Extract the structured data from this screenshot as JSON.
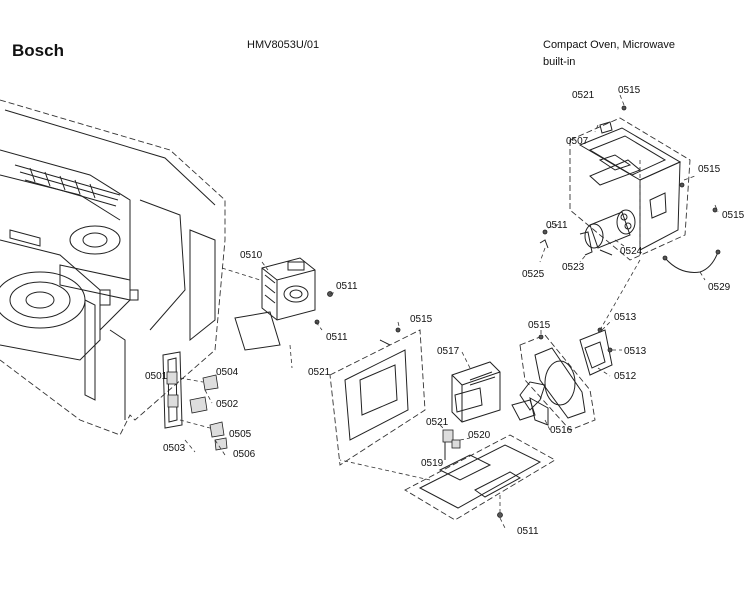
{
  "header": {
    "brand": "Bosch",
    "model": "HMV8053U/01",
    "product_line1": "Compact Oven, Microwave",
    "product_line2": "built-in"
  },
  "part_labels": [
    "0521",
    "0515",
    "0507",
    "0515",
    "0511",
    "0515",
    "0525",
    "0523",
    "0524",
    "0529",
    "0510",
    "0511",
    "0511",
    "0521",
    "0515",
    "0515",
    "0513",
    "0513",
    "0512",
    "0517",
    "0516",
    "0501",
    "0504",
    "0502",
    "0505",
    "0503",
    "0506",
    "0521",
    "0520",
    "0519",
    "0511"
  ]
}
